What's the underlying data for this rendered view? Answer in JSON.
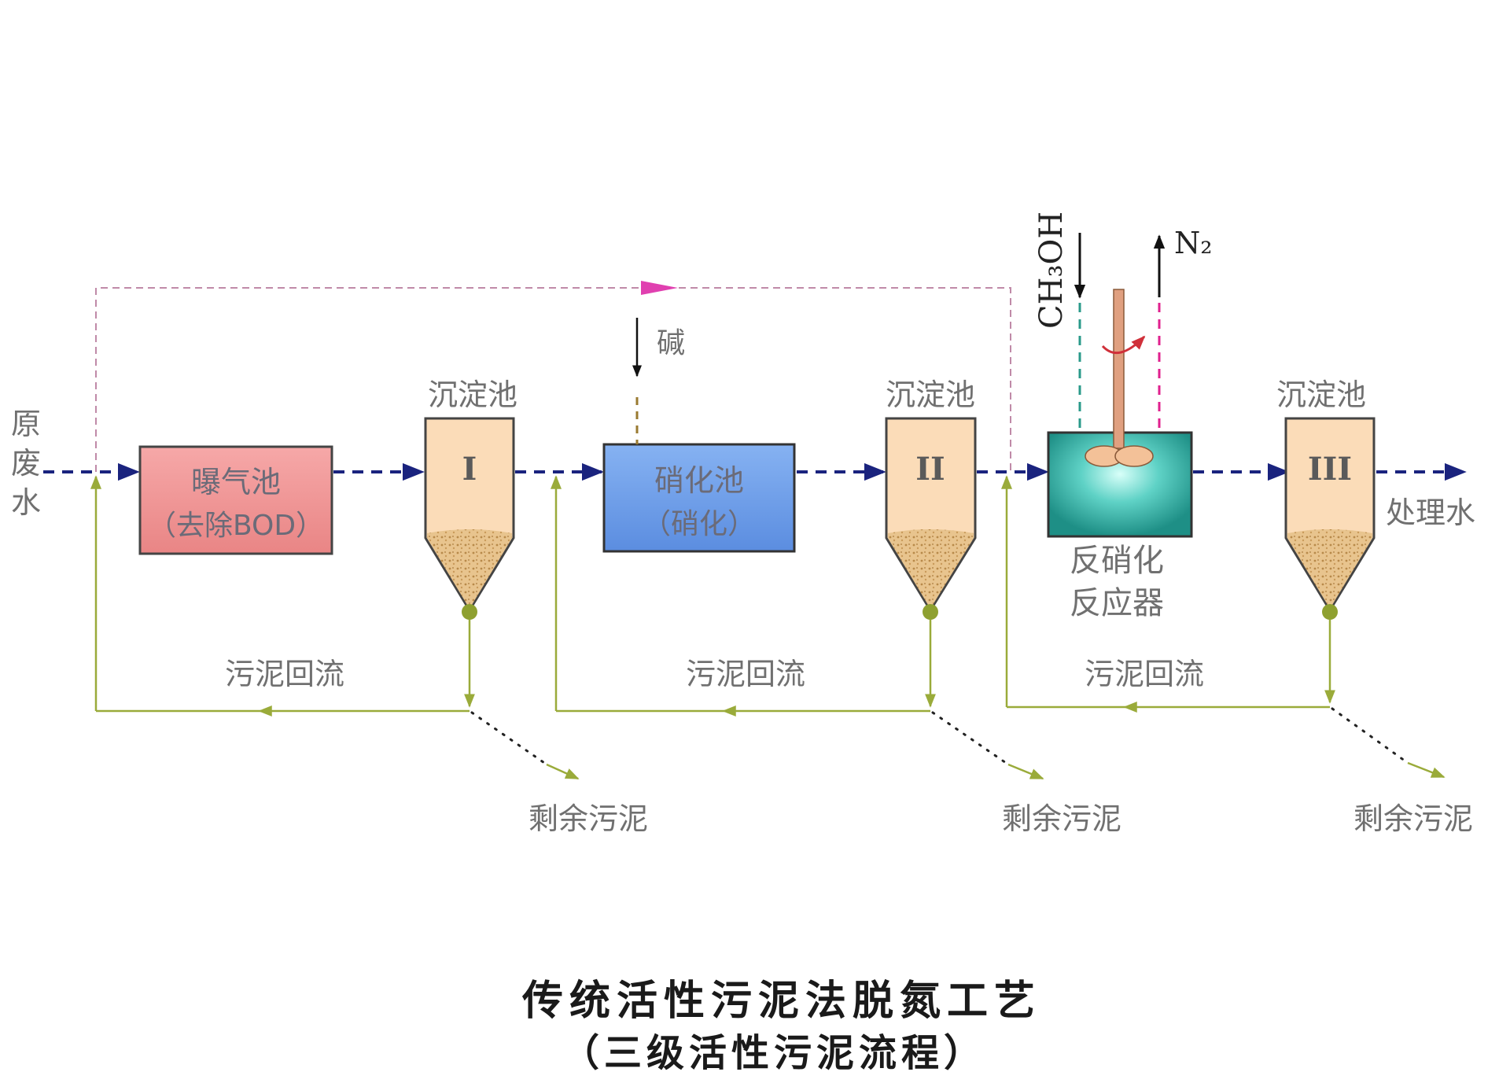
{
  "diagram": {
    "inlet_label": [
      "原",
      "废",
      "水"
    ],
    "outlet_label": "处理水",
    "aeration_tank": {
      "name": "曝气池",
      "note": "（去除BOD）"
    },
    "nitrification_tank": {
      "name": "硝化池",
      "note": "（硝化）"
    },
    "clarifiers": [
      {
        "label": "沉淀池",
        "numeral": "I"
      },
      {
        "label": "沉淀池",
        "numeral": "II"
      },
      {
        "label": "沉淀池",
        "numeral": "III"
      }
    ],
    "denitrification_reactor": {
      "line1": "反硝化",
      "line2": "反应器"
    },
    "alkali_label": "碱",
    "methanol_label": "CH₃OH",
    "nitrogen_label": "N₂",
    "sludge_return_labels": [
      "污泥回流",
      "污泥回流",
      "污泥回流"
    ],
    "excess_sludge_labels": [
      "剩余污泥",
      "剩余污泥",
      "剩余污泥"
    ],
    "colors": {
      "main_flow": "#1a237e",
      "bypass": "#c08aa8",
      "sludge_return": "#9aab3a",
      "aeration_fill": "#ef8c8c",
      "nitrification_fill": "#6f9eea",
      "reactor_fill": "#2ea89e",
      "clarifier_fill": "#fbdcb8",
      "sludge_fill": "#e0ba7e"
    }
  },
  "title": {
    "line1": "传统活性污泥法脱氮工艺",
    "line2": "（三级活性污泥流程）"
  }
}
